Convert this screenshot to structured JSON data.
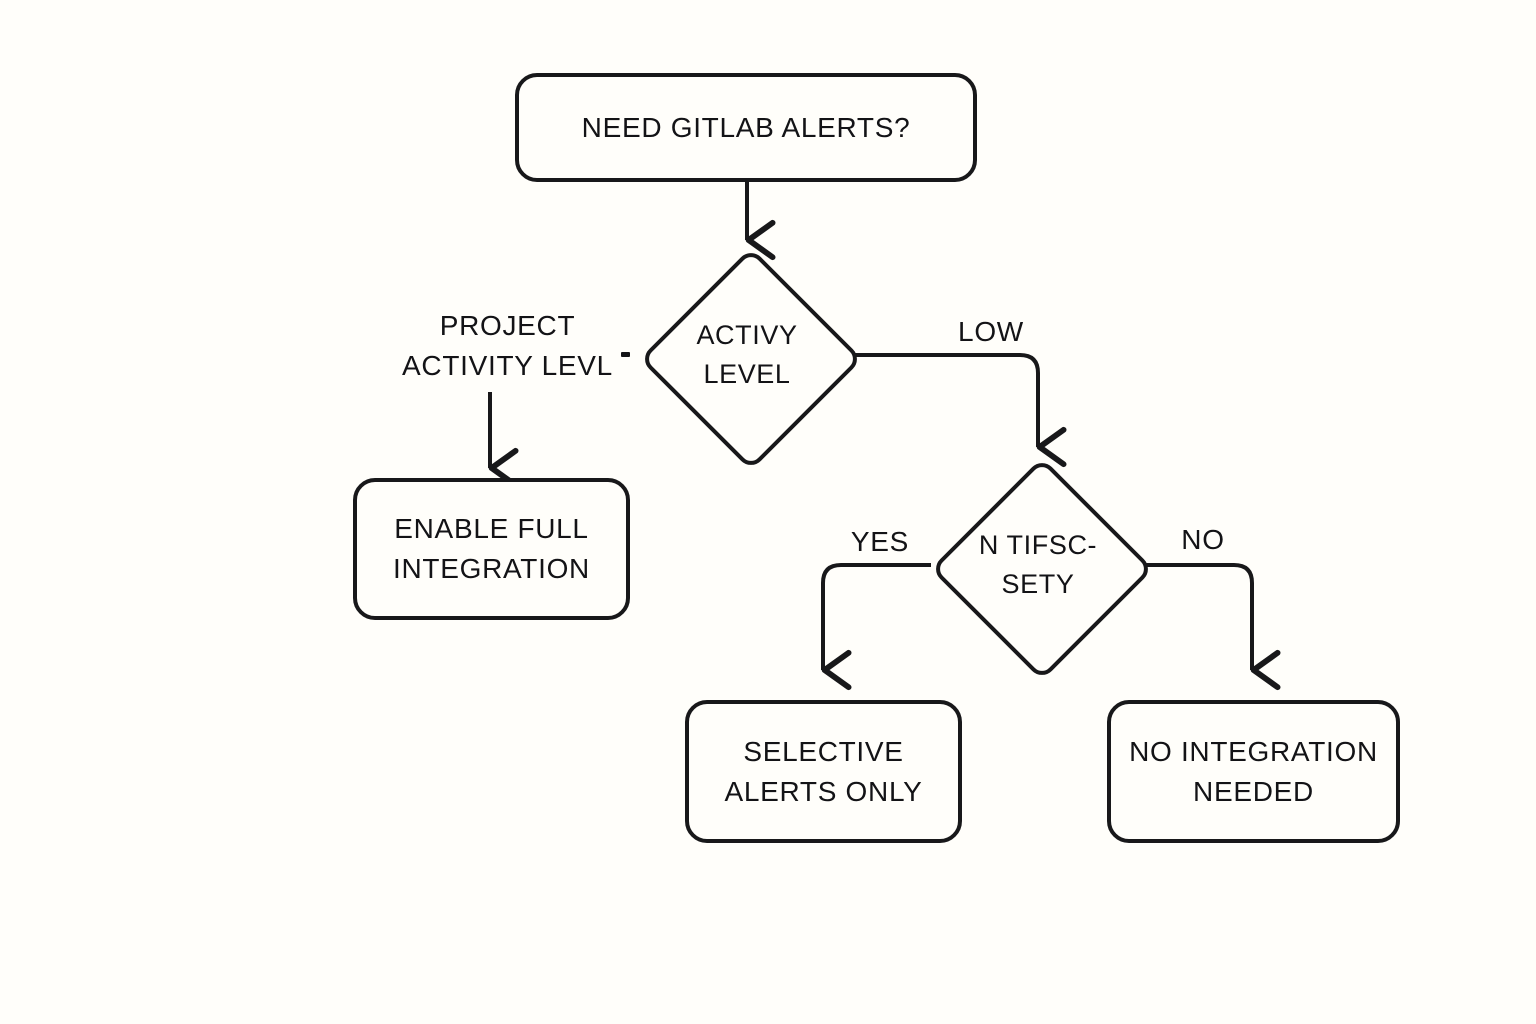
{
  "diagram": {
    "type": "flowchart",
    "title_visible": false,
    "background_color": "#FFFEFA",
    "stroke_color": "#18181A",
    "text_color": "#131316",
    "nodes": [
      {
        "id": "root",
        "shape": "rounded-rectangle",
        "label": "NEED GITLAB ALERTS?"
      },
      {
        "id": "activity",
        "shape": "diamond",
        "label": "ACTIVY\nLEVEL"
      },
      {
        "id": "notify",
        "shape": "diamond",
        "label": "N TIFSC-\nSETY"
      },
      {
        "id": "full",
        "shape": "rounded-rectangle",
        "label": "ENABLE FULL\nINTEGRATION"
      },
      {
        "id": "selective",
        "shape": "rounded-rectangle",
        "label": "SELECTIVE\nALERTS ONLY"
      },
      {
        "id": "none",
        "shape": "rounded-rectangle",
        "label": "NO INTEGRATION\nNEEDED"
      }
    ],
    "edge_labels": [
      {
        "id": "branch-high",
        "label": "PROJECT\nACTIVITY LEVL"
      },
      {
        "id": "low",
        "label": "LOW"
      },
      {
        "id": "yes",
        "label": "YES"
      },
      {
        "id": "no",
        "label": "NO"
      }
    ],
    "edges": [
      {
        "from": "root",
        "to": "activity",
        "label": ""
      },
      {
        "from": "activity",
        "to": "full",
        "label": "PROJECT ACTIVITY LEVL"
      },
      {
        "from": "activity",
        "to": "notify",
        "label": "LOW"
      },
      {
        "from": "notify",
        "to": "selective",
        "label": "YES"
      },
      {
        "from": "notify",
        "to": "none",
        "label": "NO"
      }
    ]
  }
}
